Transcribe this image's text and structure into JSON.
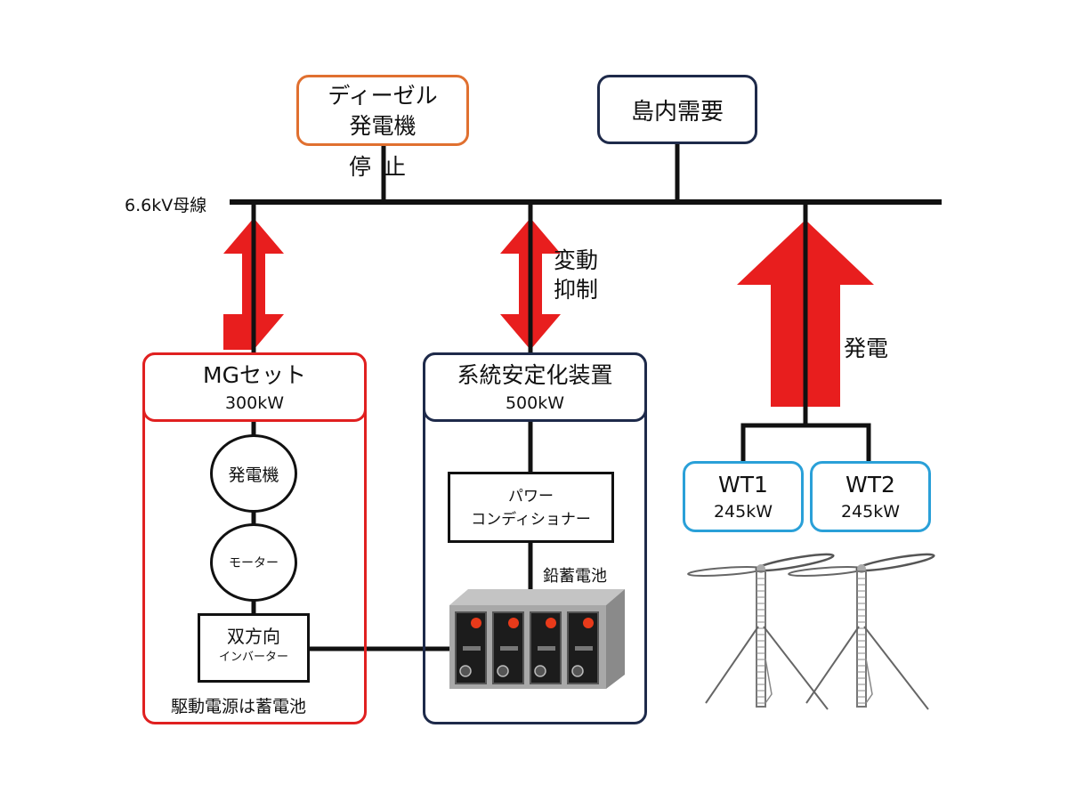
{
  "colors": {
    "bus": "#111111",
    "arrow_red": "#e81e1e",
    "diesel_border": "#e07030",
    "navy_border": "#1e2a4a",
    "mg_border": "#e02020",
    "wt_border": "#2aa0d8",
    "battery_body": "#a8a8a8",
    "battery_cell": "#1c1c1c",
    "battery_red_light": "#e83a1a"
  },
  "bus": {
    "label": "6.6kV母線"
  },
  "diesel": {
    "line1": "ディーゼル",
    "line2": "発電機",
    "status": "停止"
  },
  "demand": {
    "label": "島内需要"
  },
  "mg_set": {
    "title": "MGセット",
    "capacity": "300kW",
    "generator": "発電機",
    "motor": "モーター",
    "inverter_line1": "双方向",
    "inverter_line2": "インバーター",
    "footer": "駆動電源は蓄電池"
  },
  "stabilizer": {
    "title": "系統安定化装置",
    "capacity": "500kW",
    "pcs_line1": "パワー",
    "pcs_line2": "コンディショナー",
    "battery_label": "鉛蓄電池",
    "arrow_label_line1": "変動",
    "arrow_label_line2": "抑制"
  },
  "wind": {
    "arrow_label": "発電",
    "turbines": [
      {
        "name": "WT1",
        "capacity": "245kW"
      },
      {
        "name": "WT2",
        "capacity": "245kW"
      }
    ]
  },
  "icons": {
    "bidirectional_arrow": "double-headed-arrow",
    "up_arrow": "upward-arrow",
    "battery": "lead-acid-battery-bank",
    "wind_turbine": "lattice-tower-wind-turbine"
  }
}
